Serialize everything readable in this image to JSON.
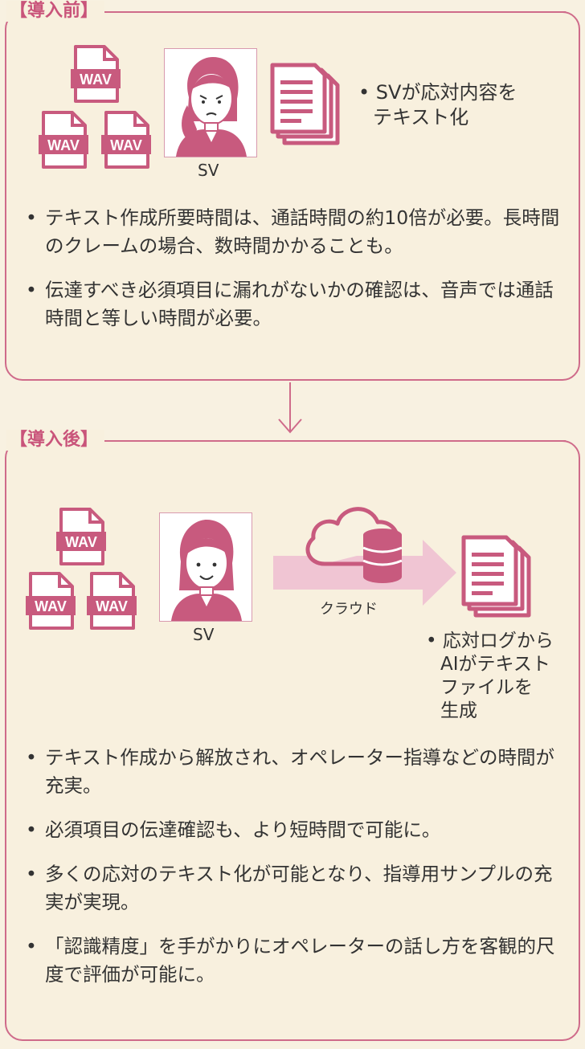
{
  "before": {
    "title": "【導入前】",
    "file_label": "WAV",
    "sv_label": "SV",
    "note_lines": [
      "SVが応対内容を",
      "テキスト化"
    ],
    "bullets": [
      "テキスト作成所要時間は、通話時間の約10倍が必要。長時間のクレームの場合、数時間かかることも。",
      "伝達すべき必須項目に漏れがないかの確認は、音声では通話時間と等しい時間が必要。"
    ]
  },
  "after": {
    "title": "【導入後】",
    "file_label": "WAV",
    "sv_label": "SV",
    "cloud_label": "クラウド",
    "note_lines": [
      "応対ログから",
      "AIがテキスト",
      "ファイルを",
      "生成"
    ],
    "bullets": [
      "テキスト作成から解放され、オペレーター指導などの時間が充実。",
      "必須項目の伝達確認も、より短時間で可能に。",
      "多くの応対のテキスト化が可能となり、指導用サンプルの充実が実現。",
      "「認識精度」を手がかりにオペレーターの話し方を客観的尺度で評価が可能に。"
    ]
  },
  "colors": {
    "accent": "#cf6b8a",
    "icon": "#c85a7e",
    "background": "#f8f1e1",
    "arrow_band": "#f0c5d3"
  }
}
